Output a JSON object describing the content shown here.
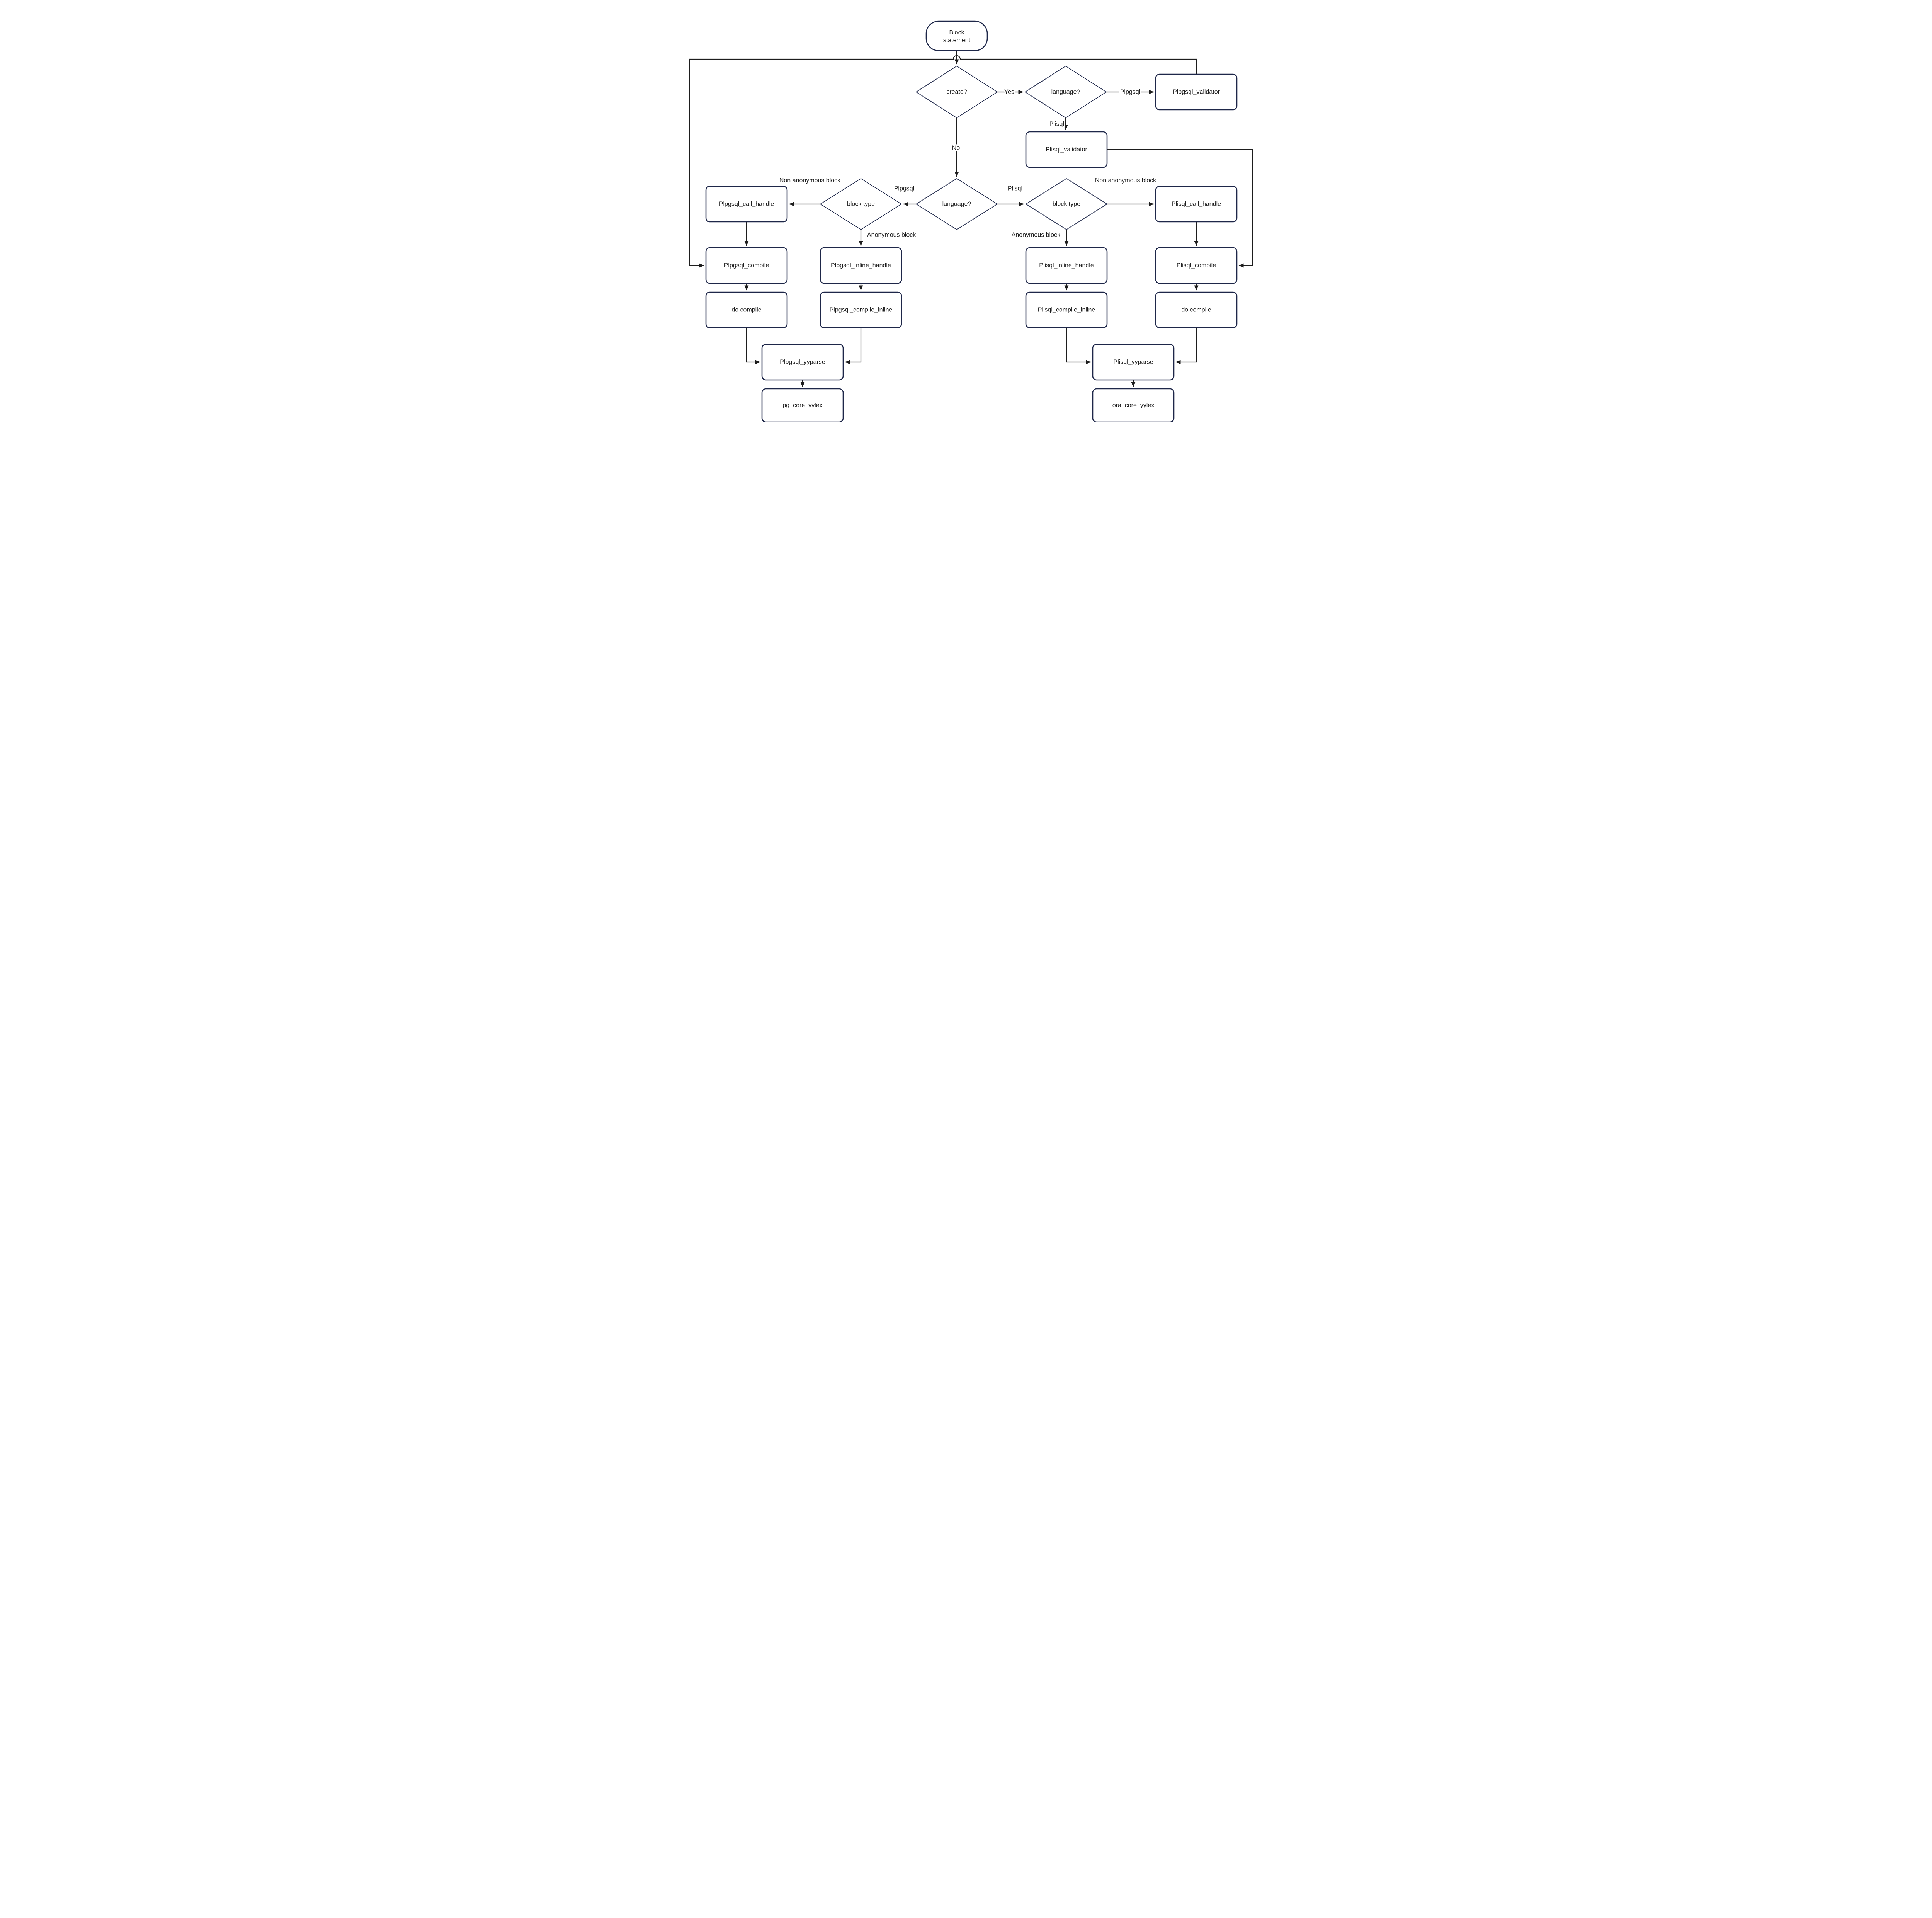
{
  "colors": {
    "background": "#ffffff",
    "shape_border": "#1e2749",
    "line": "#1d1d1d",
    "text": "#1c1c1c"
  },
  "nodes": {
    "block_statement": {
      "label": "Block\nstatement",
      "type": "terminator"
    },
    "create_decision": {
      "label": "create?",
      "type": "decision"
    },
    "language_create_decision": {
      "label": "language?",
      "type": "decision"
    },
    "plpgsql_validator": {
      "label": "Plpgsql_validator",
      "type": "process"
    },
    "plisql_validator": {
      "label": "Plisql_validator",
      "type": "process"
    },
    "language_block_decision": {
      "label": "language?",
      "type": "decision"
    },
    "block_type_left": {
      "label": "block type",
      "type": "decision"
    },
    "block_type_right": {
      "label": "block type",
      "type": "decision"
    },
    "plpgsql_call_handle": {
      "label": "Plpgsql_call_handle",
      "type": "process"
    },
    "plisql_call_handle": {
      "label": "Plisql_call_handle",
      "type": "process"
    },
    "plpgsql_compile": {
      "label": "Plpgsql_compile",
      "type": "process"
    },
    "plpgsql_inline_handle": {
      "label": "Plpgsql_inline_handle",
      "type": "process"
    },
    "plisql_inline_handle": {
      "label": "Plisql_inline_handle",
      "type": "process"
    },
    "plisql_compile": {
      "label": "Plisql_compile",
      "type": "process"
    },
    "do_compile_left": {
      "label": "do compile",
      "type": "process"
    },
    "plpgsql_compile_inline": {
      "label": "Plpgsql_compile_inline",
      "type": "process"
    },
    "plisql_compile_inline": {
      "label": "Plisql_compile_inline",
      "type": "process"
    },
    "do_compile_right": {
      "label": "do compile",
      "type": "process"
    },
    "plpgsql_yyparse": {
      "label": "Plpgsql_yyparse",
      "type": "process"
    },
    "plisql_yyparse": {
      "label": "Plisql_yyparse",
      "type": "process"
    },
    "pg_core_yylex": {
      "label": "pg_core_yylex",
      "type": "process"
    },
    "ora_core_yylex": {
      "label": "ora_core_yylex",
      "type": "process"
    }
  },
  "edge_labels": {
    "yes": "Yes",
    "no": "No",
    "plpgsql_create": "Plpgsql",
    "plisql_create": "Plisql",
    "plpgsql_block": "Plpgsql",
    "plisql_block": "Plisql",
    "non_anonymous_left": "Non anonymous block",
    "anonymous_left": "Anonymous block",
    "non_anonymous_right": "Non anonymous block",
    "anonymous_right": "Anonymous block"
  }
}
